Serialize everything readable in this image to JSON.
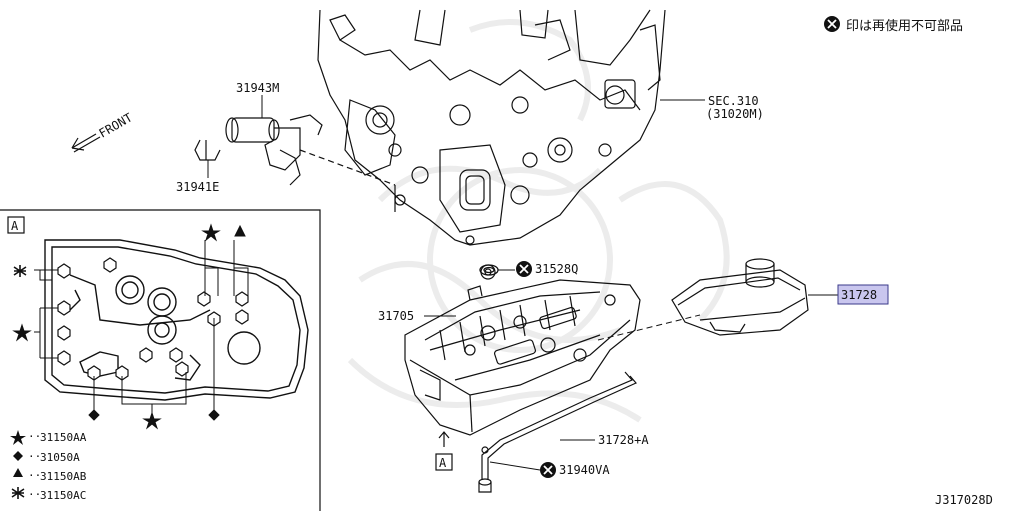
{
  "notice": {
    "text": "印は再使用不可部品"
  },
  "front_label": "FRONT",
  "parts": {
    "p31943m": "31943M",
    "p31941e": "31941E",
    "sec310": "SEC.310",
    "sec310_ref": "(31020M)",
    "p31528q": "31528Q",
    "p31705": "31705",
    "p31728": "31728",
    "p31728a": "31728+A",
    "p31940va": "31940VA"
  },
  "view_marker": "A",
  "view_marker_callout": "A",
  "legend": [
    {
      "symbol": "star",
      "code": "31150AA"
    },
    {
      "symbol": "diamond",
      "code": "31050A"
    },
    {
      "symbol": "triangle",
      "code": "31150AB"
    },
    {
      "symbol": "asterisk",
      "code": "31150AC"
    }
  ],
  "diagram_id": "J317028D",
  "colors": {
    "highlight_fill": "#c9c6ee",
    "highlight_border": "#3a3a8a",
    "ink": "#111111"
  }
}
